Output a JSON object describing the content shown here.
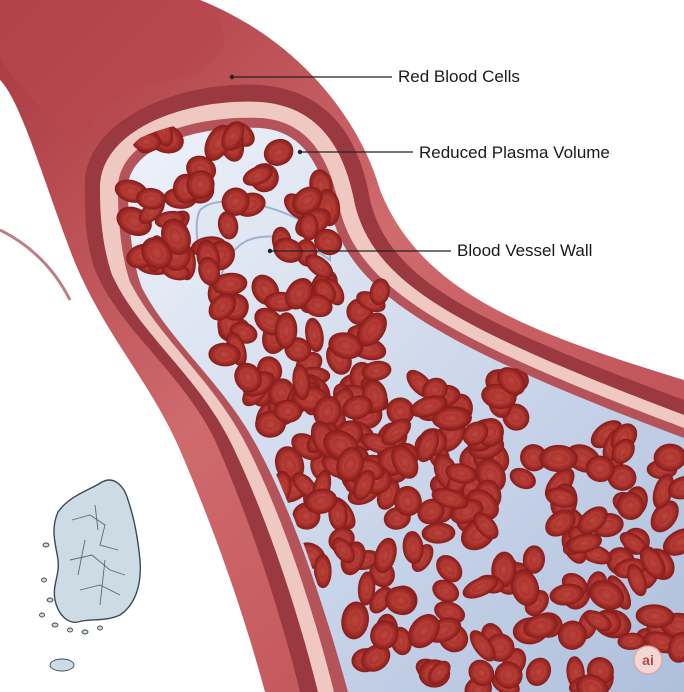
{
  "labels": {
    "red_blood_cells": "Red Blood Cells",
    "reduced_plasma_volume": "Reduced Plasma Volume",
    "blood_vessel_wall": "Blood Vessel Wall"
  },
  "watermark": {
    "text": "ai"
  },
  "colors": {
    "vessel_outer": "#c0545a",
    "vessel_dark": "#8e2c33",
    "wall_layer": "#f0c8c2",
    "plasma": "#c6d2e6",
    "cell": "#c23a32",
    "cell_dark": "#8a1e1c",
    "map_fill": "#cddbe4",
    "map_stroke": "#3a4a55"
  },
  "icons": {
    "map": "korea-map-icon",
    "watermark": "ai-badge-icon"
  }
}
